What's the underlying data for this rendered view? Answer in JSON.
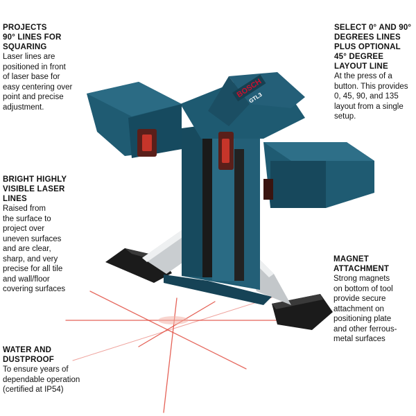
{
  "callouts": {
    "projects": {
      "title": "PROJECTS\n90° LINES FOR\nSQUARING",
      "body": "Laser lines are\npositioned in front\nof laser base for\neasy centering over\npoint and precise\nadjustment."
    },
    "select": {
      "title": "SELECT 0° AND 90°\nDEGREES LINES\nPLUS OPTIONAL\n45° DEGREE\nLAYOUT LINE",
      "body": "At the press of a\nbutton. This provides\n0, 45, 90, and 135\nlayout from a single\nsetup."
    },
    "bright": {
      "title": "BRIGHT HIGHLY\nVISIBLE LASER\nLINES",
      "body": "Raised from\nthe surface to\nproject over\nuneven surfaces\nand are clear,\nsharp, and very\nprecise for all tile\nand wall/floor\ncovering surfaces"
    },
    "magnet": {
      "title": "MAGNET\nATTACHMENT",
      "body": "Strong magnets\non bottom of tool\nprovide secure\nattachment on\npositioning plate\nand other ferrous-\nmetal surfaces"
    },
    "water": {
      "title": "WATER AND\nDUSTPROOF",
      "body": "To ensure years of\ndependable operation\n(certified at IP54)"
    }
  },
  "product": {
    "brand": "BOSCH",
    "model": "GTL3"
  },
  "colors": {
    "body_blue": "#1f5b72",
    "body_dark": "#143f52",
    "rubber_black": "#1a1a1a",
    "laser_red": "#d93a2e",
    "brand_red": "#c8102e"
  }
}
